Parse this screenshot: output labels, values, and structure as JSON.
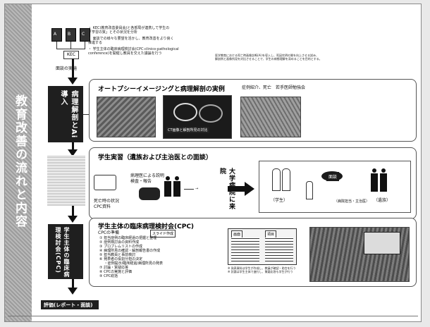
{
  "sidebar": {
    "title": "教育改善の流れと内容"
  },
  "header": {
    "tiles": [
      "A",
      "B",
      "C"
    ],
    "kec_label": "KEC",
    "kec_sub": "面談の実施",
    "bullets": [
      "・ KEC(教育改善委員会)と各部局が連携して学生の",
      "「学習の質」とその状況を分析",
      "・ 面談での様々な要望を活かし、教育改善をより良く",
      "推進する",
      "・ 学生主体の臨床病理検討会(CPC:clinico-pathological",
      "conference)を開催し教員を交えた議論を行う"
    ],
    "right_note_1": "医学教育における死亡時画像診断(Ai)を導入し、死因究明の質を向上させる試み、",
    "right_note_2": "解剖例と画像所見を対比させることで、学生の病態理解を深めることを目的とする。"
  },
  "ai_box": {
    "label": "病理解剖とAi導入"
  },
  "panel1": {
    "title": "オートプシーイメージングと病理解剖の実例",
    "subtitle": "症例紹介、死亡　若手医師勉強会",
    "photos": [
      {
        "caption": ""
      },
      {
        "caption": "CT画像と解剖所見の対比"
      },
      {
        "caption": ""
      }
    ]
  },
  "panel2": {
    "title": "学生実習（遺族および主治医との面談）",
    "left_label_1": "死亡時の状況",
    "left_label_2": "CPC資料",
    "small_label_1": "病理医による説明",
    "small_label_2": "検査・報告",
    "univ_text": "大学病院に来院",
    "interview_label": "面談",
    "role_student": "（学生）",
    "role_family": "（遺族）",
    "role_doctor": "（病院担当・主治医）"
  },
  "cpc_box": {
    "label": "学生主体の臨床病理検討会(CPC)"
  },
  "panel3": {
    "title": "学生主体の臨床病理検討会(CPC)",
    "subtitle": "CPCの準備",
    "tag": "スライド作成",
    "steps": [
      "① 担当症例の臨床経過の把握と整理",
      "② 症例検討会の資料作成",
      "③ プロブレムリストの作成",
      "④ 病理所見の確認・解剖報告書の作成",
      "⑤ 担当教員と事前検討",
      "⑥ 発表者の役割分担の決定",
      "　 ・症例提示/臨床経過/病理所見の発表",
      "⑦ 討論・質疑応答",
      "⑧ CPCの実施と評価",
      "⑨ CPC総括"
    ],
    "screen_tab_left": "画面",
    "screen_tab_right": "項目",
    "note_1": "※ 発表資料は学生が作成し、教員が確認・助言を行う",
    "note_2": "※ 討論は学生主体で進行し、質疑応答も学生が行う"
  },
  "evaluation": {
    "label": "評価(レポート・面談)"
  }
}
